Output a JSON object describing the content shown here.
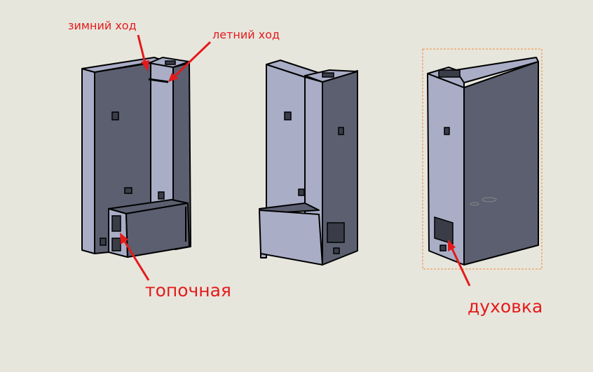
{
  "labels": {
    "winter_flue": "зимний ход",
    "summer_flue": "летний ход",
    "firebox": "топочная",
    "oven": "духовка"
  },
  "colors": {
    "annotation": "#e31b1b",
    "background": "#e7e6dd",
    "dark_face": "#5b5f70",
    "light_face": "#a9adc6",
    "selection_box": "#f08a3c"
  }
}
